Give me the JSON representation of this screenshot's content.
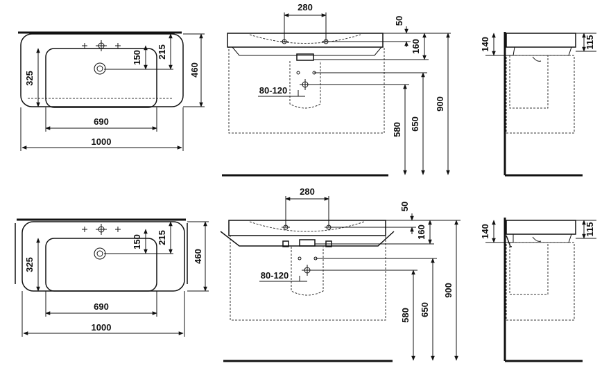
{
  "drawing_1": {
    "top_view": {
      "width": "1000",
      "depth": "460",
      "bowl_width": "690",
      "tap_offset": "150",
      "tap_depth": "215",
      "side_depth": "325"
    },
    "front_view": {
      "tap_spacing": "280",
      "rim": "50",
      "overflow_height": "160",
      "waste_spacing": "80-120",
      "waste_height_1": "580",
      "waste_height_2": "650",
      "total_height": "900"
    },
    "side_view": {
      "depth_1": "140",
      "depth_2": "115"
    }
  },
  "drawing_2": {
    "top_view": {
      "width": "1000",
      "depth": "460",
      "bowl_width": "690",
      "tap_offset": "150",
      "tap_depth": "215",
      "side_depth": "325"
    },
    "front_view": {
      "tap_spacing": "280",
      "rim": "50",
      "overflow_height": "160",
      "waste_spacing": "80-120",
      "waste_height_1": "580",
      "waste_height_2": "650",
      "total_height": "900"
    },
    "side_view": {
      "depth_1": "140",
      "depth_2": "115"
    }
  }
}
